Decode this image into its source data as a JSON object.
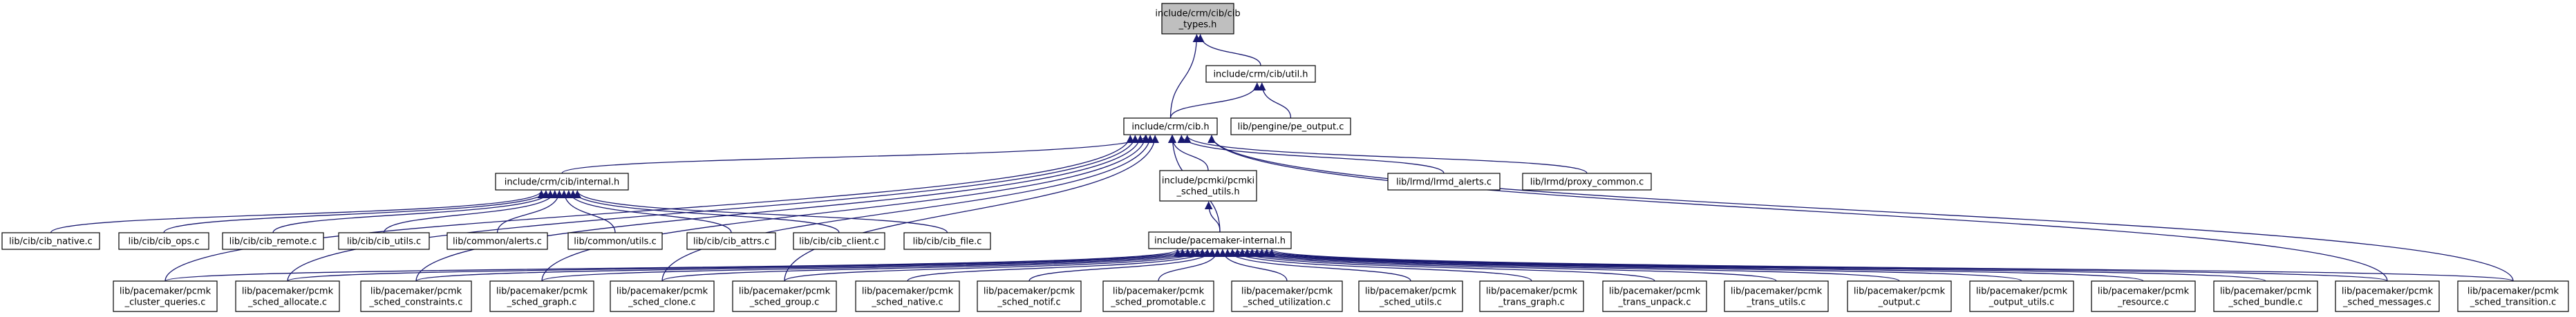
{
  "graph": {
    "colors": {
      "edge": "#191970",
      "focus_fill": "#bfbfbf",
      "node_fill": "#ffffff",
      "border": "#000000"
    },
    "nodes": [
      {
        "id": "cib_types_h",
        "lines": [
          "include/crm/cib/cib",
          "_types.h"
        ],
        "focus": true
      },
      {
        "id": "cib_util_h",
        "lines": [
          "include/crm/cib/util.h"
        ]
      },
      {
        "id": "cib_h",
        "lines": [
          "include/crm/cib.h"
        ]
      },
      {
        "id": "pe_output_c",
        "lines": [
          "lib/pengine/pe_output.c"
        ]
      },
      {
        "id": "cib_internal_h",
        "lines": [
          "include/crm/cib/internal.h"
        ]
      },
      {
        "id": "pcmki_sched_utils_h",
        "lines": [
          "include/pcmki/pcmki",
          "_sched_utils.h"
        ]
      },
      {
        "id": "fsmd_alerts_c",
        "lines": [
          "lib/lrmd/lrmd_alerts.c"
        ]
      },
      {
        "id": "proxy_common_c",
        "lines": [
          "lib/lrmd/proxy_common.c"
        ]
      },
      {
        "id": "cib_native_c",
        "lines": [
          "lib/cib/cib_native.c"
        ]
      },
      {
        "id": "cib_ops_c",
        "lines": [
          "lib/cib/cib_ops.c"
        ]
      },
      {
        "id": "cib_remote_c",
        "lines": [
          "lib/cib/cib_remote.c"
        ]
      },
      {
        "id": "cib_utils_c",
        "lines": [
          "lib/cib/cib_utils.c"
        ]
      },
      {
        "id": "alerts_c",
        "lines": [
          "lib/common/alerts.c"
        ]
      },
      {
        "id": "utils_c",
        "lines": [
          "lib/common/utils.c"
        ]
      },
      {
        "id": "cib_attrs_c",
        "lines": [
          "lib/cib/cib_attrs.c"
        ]
      },
      {
        "id": "cib_client_c",
        "lines": [
          "lib/cib/cib_client.c"
        ]
      },
      {
        "id": "cib_file_c",
        "lines": [
          "lib/cib/cib_file.c"
        ]
      },
      {
        "id": "pacemaker_internal_h",
        "lines": [
          "include/pacemaker-internal.h"
        ]
      },
      {
        "id": "cluster_queries_c",
        "lines": [
          "lib/pacemaker/pcmk",
          "_cluster_queries.c"
        ]
      },
      {
        "id": "sched_allocate_c",
        "lines": [
          "lib/pacemaker/pcmk",
          "_sched_allocate.c"
        ]
      },
      {
        "id": "sched_constraints_c",
        "lines": [
          "lib/pacemaker/pcmk",
          "_sched_constraints.c"
        ]
      },
      {
        "id": "sched_graph_c",
        "lines": [
          "lib/pacemaker/pcmk",
          "_sched_graph.c"
        ]
      },
      {
        "id": "sched_clone_c",
        "lines": [
          "lib/pacemaker/pcmk",
          "_sched_clone.c"
        ]
      },
      {
        "id": "sched_group_c",
        "lines": [
          "lib/pacemaker/pcmk",
          "_sched_group.c"
        ]
      },
      {
        "id": "sched_native_c",
        "lines": [
          "lib/pacemaker/pcmk",
          "_sched_native.c"
        ]
      },
      {
        "id": "sched_notif_c",
        "lines": [
          "lib/pacemaker/pcmk",
          "_sched_notif.c"
        ]
      },
      {
        "id": "sched_promotable_c",
        "lines": [
          "lib/pacemaker/pcmk",
          "_sched_promotable.c"
        ]
      },
      {
        "id": "sched_utilization_c",
        "lines": [
          "lib/pacemaker/pcmk",
          "_sched_utilization.c"
        ]
      },
      {
        "id": "sched_utils_c",
        "lines": [
          "lib/pacemaker/pcmk",
          "_sched_utils.c"
        ]
      },
      {
        "id": "trans_graph_c",
        "lines": [
          "lib/pacemaker/pcmk",
          "_trans_graph.c"
        ]
      },
      {
        "id": "trans_unpack_c",
        "lines": [
          "lib/pacemaker/pcmk",
          "_trans_unpack.c"
        ]
      },
      {
        "id": "trans_utils_c",
        "lines": [
          "lib/pacemaker/pcmk",
          "_trans_utils.c"
        ]
      },
      {
        "id": "output_c",
        "lines": [
          "lib/pacemaker/pcmk",
          "_output.c"
        ]
      },
      {
        "id": "output_utils_c",
        "lines": [
          "lib/pacemaker/pcmk",
          "_output_utils.c"
        ]
      },
      {
        "id": "resource_c",
        "lines": [
          "lib/pacemaker/pcmk",
          "_resource.c"
        ]
      },
      {
        "id": "sched_bundle_c",
        "lines": [
          "lib/pacemaker/pcmk",
          "_sched_bundle.c"
        ]
      },
      {
        "id": "sched_messages_c",
        "lines": [
          "lib/pacemaker/pcmk",
          "_sched_messages.c"
        ]
      },
      {
        "id": "sched_transition_c",
        "lines": [
          "lib/pacemaker/pcmk",
          "_sched_transition.c"
        ]
      }
    ],
    "edges": [
      [
        "cib_util_h",
        "cib_types_h"
      ],
      [
        "cib_h",
        "cib_types_h"
      ],
      [
        "cib_h",
        "cib_util_h"
      ],
      [
        "pe_output_c",
        "cib_util_h"
      ],
      [
        "cib_internal_h",
        "cib_h"
      ],
      [
        "pcmki_sched_utils_h",
        "cib_h"
      ],
      [
        "fsmd_alerts_c",
        "cib_h"
      ],
      [
        "proxy_common_c",
        "cib_h"
      ],
      [
        "pacemaker_internal_h",
        "cib_h"
      ],
      [
        "cluster_queries_c",
        "cib_h"
      ],
      [
        "sched_allocate_c",
        "cib_h"
      ],
      [
        "sched_constraints_c",
        "cib_h"
      ],
      [
        "sched_graph_c",
        "cib_h"
      ],
      [
        "sched_clone_c",
        "cib_h"
      ],
      [
        "sched_group_c",
        "cib_h"
      ],
      [
        "sched_transition_c",
        "cib_h"
      ],
      [
        "sched_messages_c",
        "cib_h"
      ],
      [
        "cib_native_c",
        "cib_internal_h"
      ],
      [
        "cib_ops_c",
        "cib_internal_h"
      ],
      [
        "cib_remote_c",
        "cib_internal_h"
      ],
      [
        "cib_utils_c",
        "cib_internal_h"
      ],
      [
        "alerts_c",
        "cib_internal_h"
      ],
      [
        "utils_c",
        "cib_internal_h"
      ],
      [
        "cib_attrs_c",
        "cib_internal_h"
      ],
      [
        "cib_client_c",
        "cib_internal_h"
      ],
      [
        "cib_file_c",
        "cib_internal_h"
      ],
      [
        "pacemaker_internal_h",
        "pcmki_sched_utils_h"
      ],
      [
        "cluster_queries_c",
        "pacemaker_internal_h"
      ],
      [
        "sched_allocate_c",
        "pacemaker_internal_h"
      ],
      [
        "sched_constraints_c",
        "pacemaker_internal_h"
      ],
      [
        "sched_graph_c",
        "pacemaker_internal_h"
      ],
      [
        "sched_clone_c",
        "pacemaker_internal_h"
      ],
      [
        "sched_group_c",
        "pacemaker_internal_h"
      ],
      [
        "sched_native_c",
        "pacemaker_internal_h"
      ],
      [
        "sched_notif_c",
        "pacemaker_internal_h"
      ],
      [
        "sched_promotable_c",
        "pacemaker_internal_h"
      ],
      [
        "sched_utilization_c",
        "pacemaker_internal_h"
      ],
      [
        "sched_utils_c",
        "pacemaker_internal_h"
      ],
      [
        "trans_graph_c",
        "pacemaker_internal_h"
      ],
      [
        "trans_unpack_c",
        "pacemaker_internal_h"
      ],
      [
        "trans_utils_c",
        "pacemaker_internal_h"
      ],
      [
        "output_c",
        "pacemaker_internal_h"
      ],
      [
        "output_utils_c",
        "pacemaker_internal_h"
      ],
      [
        "resource_c",
        "pacemaker_internal_h"
      ],
      [
        "sched_bundle_c",
        "pacemaker_internal_h"
      ],
      [
        "sched_messages_c",
        "pacemaker_internal_h"
      ],
      [
        "sched_transition_c",
        "pacemaker_internal_h"
      ]
    ]
  }
}
